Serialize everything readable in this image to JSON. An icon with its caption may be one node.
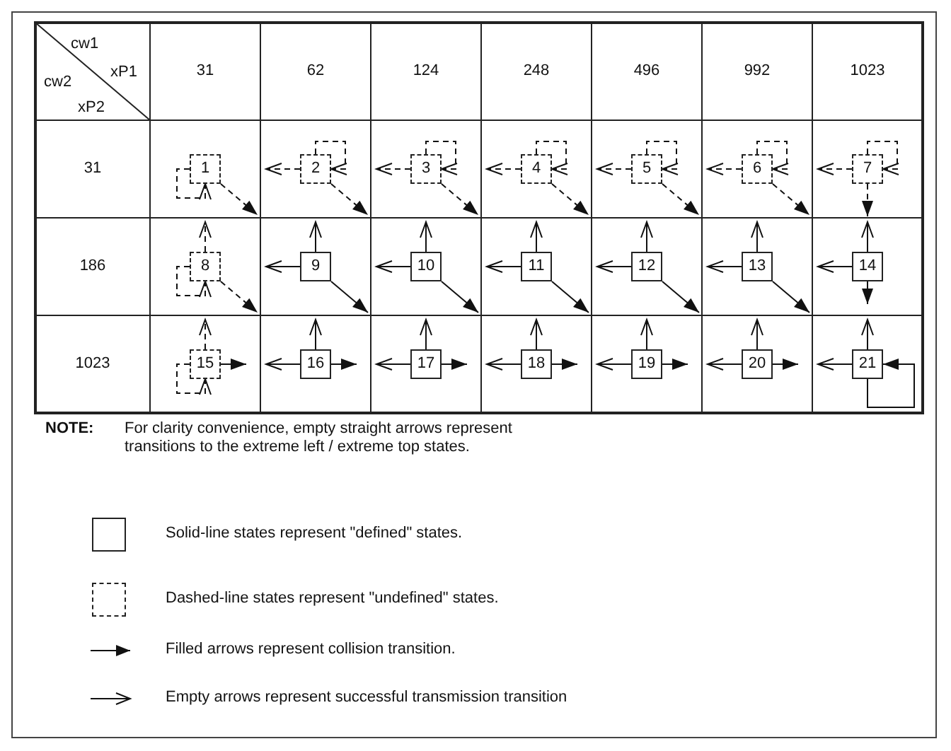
{
  "diagram": {
    "nodes": [
      {
        "text": [
          "1"
        ]
      },
      {
        "text": [
          "2"
        ]
      },
      {
        "text": [
          "3"
        ]
      },
      {
        "text": [
          "4"
        ]
      },
      {
        "text": [
          "5"
        ]
      },
      {
        "text": [
          "6"
        ]
      },
      {
        "text": [
          "7"
        ]
      },
      {
        "text": [
          "8"
        ]
      },
      {
        "text": [
          "9"
        ]
      },
      {
        "text": [
          "10"
        ]
      },
      {
        "text": [
          "11"
        ]
      },
      {
        "text": [
          "12"
        ]
      },
      {
        "text": [
          "13"
        ]
      },
      {
        "text": [
          "14"
        ]
      },
      {
        "text": [
          "15"
        ]
      },
      {
        "text": [
          "16"
        ]
      },
      {
        "text": [
          "17"
        ]
      },
      {
        "text": [
          "18"
        ]
      },
      {
        "text": [
          "19"
        ]
      },
      {
        "text": [
          "20"
        ]
      },
      {
        "text": [
          "21"
        ]
      }
    ],
    "edges": [
      {
        "from": 0,
        "to": 0,
        "arrow": "to",
        "style": "dashed"
      },
      {
        "from": 0,
        "to": null,
        "arrow": "to",
        "style": "dashed"
      },
      {
        "from": 1,
        "to": null,
        "arrow": "to",
        "style": "dashed"
      },
      {
        "from": 1,
        "to": 1,
        "arrow": "to",
        "style": "dashed"
      },
      {
        "from": 1,
        "to": null,
        "arrow": "to",
        "style": "dashed"
      },
      {
        "from": 2,
        "to": null,
        "arrow": "to",
        "style": "dashed"
      },
      {
        "from": 2,
        "to": 2,
        "arrow": "to",
        "style": "dashed"
      },
      {
        "from": 2,
        "to": null,
        "arrow": "to",
        "style": "dashed"
      },
      {
        "from": 3,
        "to": null,
        "arrow": "to",
        "style": "dashed"
      },
      {
        "from": 3,
        "to": 3,
        "arrow": "to",
        "style": "dashed"
      },
      {
        "from": 3,
        "to": null,
        "arrow": "to",
        "style": "dashed"
      },
      {
        "from": 4,
        "to": null,
        "arrow": "to",
        "style": "dashed"
      },
      {
        "from": 4,
        "to": 4,
        "arrow": "to",
        "style": "dashed"
      },
      {
        "from": 4,
        "to": null,
        "arrow": "to",
        "style": "dashed"
      },
      {
        "from": 5,
        "to": null,
        "arrow": "to",
        "style": "dashed"
      },
      {
        "from": 5,
        "to": 5,
        "arrow": "to",
        "style": "dashed"
      },
      {
        "from": 5,
        "to": null,
        "arrow": "to",
        "style": "dashed"
      },
      {
        "from": 6,
        "to": null,
        "arrow": "to",
        "style": "dashed"
      },
      {
        "from": 6,
        "to": 6,
        "arrow": "to",
        "style": "dashed"
      },
      {
        "from": 6,
        "to": null,
        "arrow": "to",
        "style": "dashed"
      },
      {
        "from": 7,
        "to": null,
        "arrow": "to",
        "style": "dashed"
      },
      {
        "from": 7,
        "to": 7,
        "arrow": "to",
        "style": "dashed"
      },
      {
        "from": 7,
        "to": null,
        "arrow": "to",
        "style": "dashed"
      },
      {
        "from": 8,
        "to": null,
        "arrow": "to"
      },
      {
        "from": 8,
        "to": null,
        "arrow": "to"
      },
      {
        "from": 8,
        "to": null,
        "arrow": "to"
      },
      {
        "from": 9,
        "to": null,
        "arrow": "to"
      },
      {
        "from": 9,
        "to": null,
        "arrow": "to"
      },
      {
        "from": 9,
        "to": null,
        "arrow": "to"
      },
      {
        "from": 10,
        "to": null,
        "arrow": "to"
      },
      {
        "from": 10,
        "to": null,
        "arrow": "to"
      },
      {
        "from": 10,
        "to": null,
        "arrow": "to"
      },
      {
        "from": 11,
        "to": null,
        "arrow": "to"
      },
      {
        "from": 11,
        "to": null,
        "arrow": "to"
      },
      {
        "from": 11,
        "to": null,
        "arrow": "to"
      },
      {
        "from": 12,
        "to": null,
        "arrow": "to"
      },
      {
        "from": 12,
        "to": null,
        "arrow": "to"
      },
      {
        "from": 12,
        "to": null,
        "arrow": "to"
      },
      {
        "from": 13,
        "to": null,
        "arrow": "to"
      },
      {
        "from": 13,
        "to": null,
        "arrow": "to"
      },
      {
        "from": 13,
        "to": null,
        "arrow": "to"
      },
      {
        "from": 14,
        "to": null,
        "arrow": "to",
        "style": "dashed"
      },
      {
        "from": 14,
        "to": 14,
        "arrow": "to",
        "style": "dashed"
      },
      {
        "from": 14,
        "to": null,
        "arrow": "to"
      },
      {
        "from": 15,
        "to": null,
        "arrow": "to"
      },
      {
        "from": 15,
        "to": null,
        "arrow": "to"
      },
      {
        "from": 15,
        "to": null,
        "arrow": "to"
      },
      {
        "from": 16,
        "to": null,
        "arrow": "to"
      },
      {
        "from": 16,
        "to": null,
        "arrow": "to"
      },
      {
        "from": 16,
        "to": null,
        "arrow": "to"
      },
      {
        "from": 17,
        "to": null,
        "arrow": "to"
      },
      {
        "from": 17,
        "to": null,
        "arrow": "to"
      },
      {
        "from": 17,
        "to": null,
        "arrow": "to"
      },
      {
        "from": 18,
        "to": null,
        "arrow": "to"
      },
      {
        "from": 18,
        "to": null,
        "arrow": "to"
      },
      {
        "from": 18,
        "to": null,
        "arrow": "to"
      },
      {
        "from": 19,
        "to": null,
        "arrow": "to"
      },
      {
        "from": 19,
        "to": null,
        "arrow": "to"
      },
      {
        "from": 19,
        "to": null,
        "arrow": "to"
      },
      {
        "from": 20,
        "to": null,
        "arrow": "to"
      },
      {
        "from": 20,
        "to": null,
        "arrow": "to"
      },
      {
        "from": 20,
        "to": 20,
        "arrow": "to"
      }
    ],
    "labels": [
      "cw1",
      "xP1",
      "cw2",
      "xP2",
      "31",
      "62",
      "124",
      "248",
      "496",
      "992",
      "1023",
      "31",
      "186",
      "1023",
      "NOTE:",
      "For clarity convenience, empty straight arrows represent transitions to the extreme left / extreme top states."
    ],
    "legend": [
      {
        "text": "Solid-line states represent \"defined\" states."
      },
      {
        "text": "Dashed-line states represent \"undefined\" states."
      },
      {
        "text": "Filled arrows represent collision transition."
      },
      {
        "text": "Empty arrows represent successful transmission transition"
      }
    ]
  }
}
